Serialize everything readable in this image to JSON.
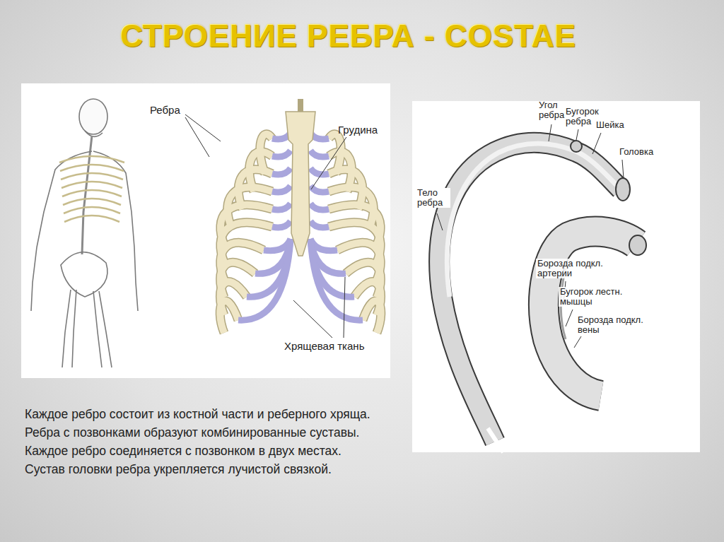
{
  "diagram": {
    "title": "СТРОЕНИЕ РЕБРА - COSTAE",
    "labels": [
      "Ребра",
      "Грудина",
      "Хрящевая ткань",
      "Угол ребра",
      "Бугорок ребра",
      "Шейка",
      "Головка",
      "Тело ребра",
      "Борозда подкл. артерии",
      "Бугорок лестн. мышцы",
      "Борозда подкл. вены",
      "Каждое ребро состоит из костной части и реберного хряща.",
      "Ребра с позвонками образуют комбинированные суставы.",
      "Каждое ребро соединяется с позвонком в двух местах.",
      "Сустав головки ребра укрепляется лучистой связкой."
    ]
  }
}
